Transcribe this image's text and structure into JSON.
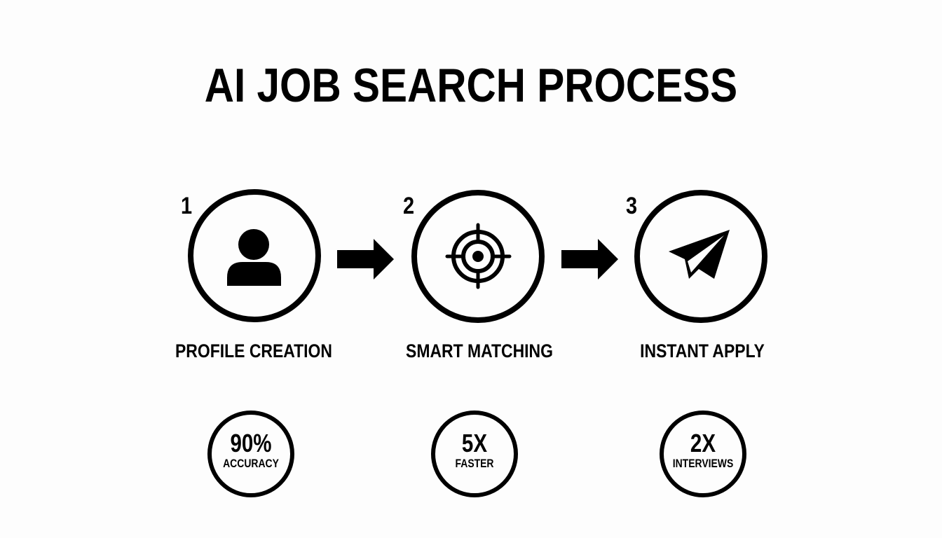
{
  "title": "AI JOB SEARCH PROCESS",
  "steps": [
    {
      "number": "1",
      "label": "PROFILE CREATION",
      "icon": "person-icon"
    },
    {
      "number": "2",
      "label": "SMART MATCHING",
      "icon": "target-icon"
    },
    {
      "number": "3",
      "label": "INSTANT APPLY",
      "icon": "paper-plane-icon"
    }
  ],
  "connectors": [
    "arrow-right-icon",
    "arrow-right-icon"
  ],
  "stats": [
    {
      "value": "90%",
      "label": "ACCURACY"
    },
    {
      "value": "5X",
      "label": "FASTER"
    },
    {
      "value": "2X",
      "label": "INTERVIEWS"
    }
  ],
  "colors": {
    "foreground": "#000000",
    "background": "#fdfdfd"
  }
}
